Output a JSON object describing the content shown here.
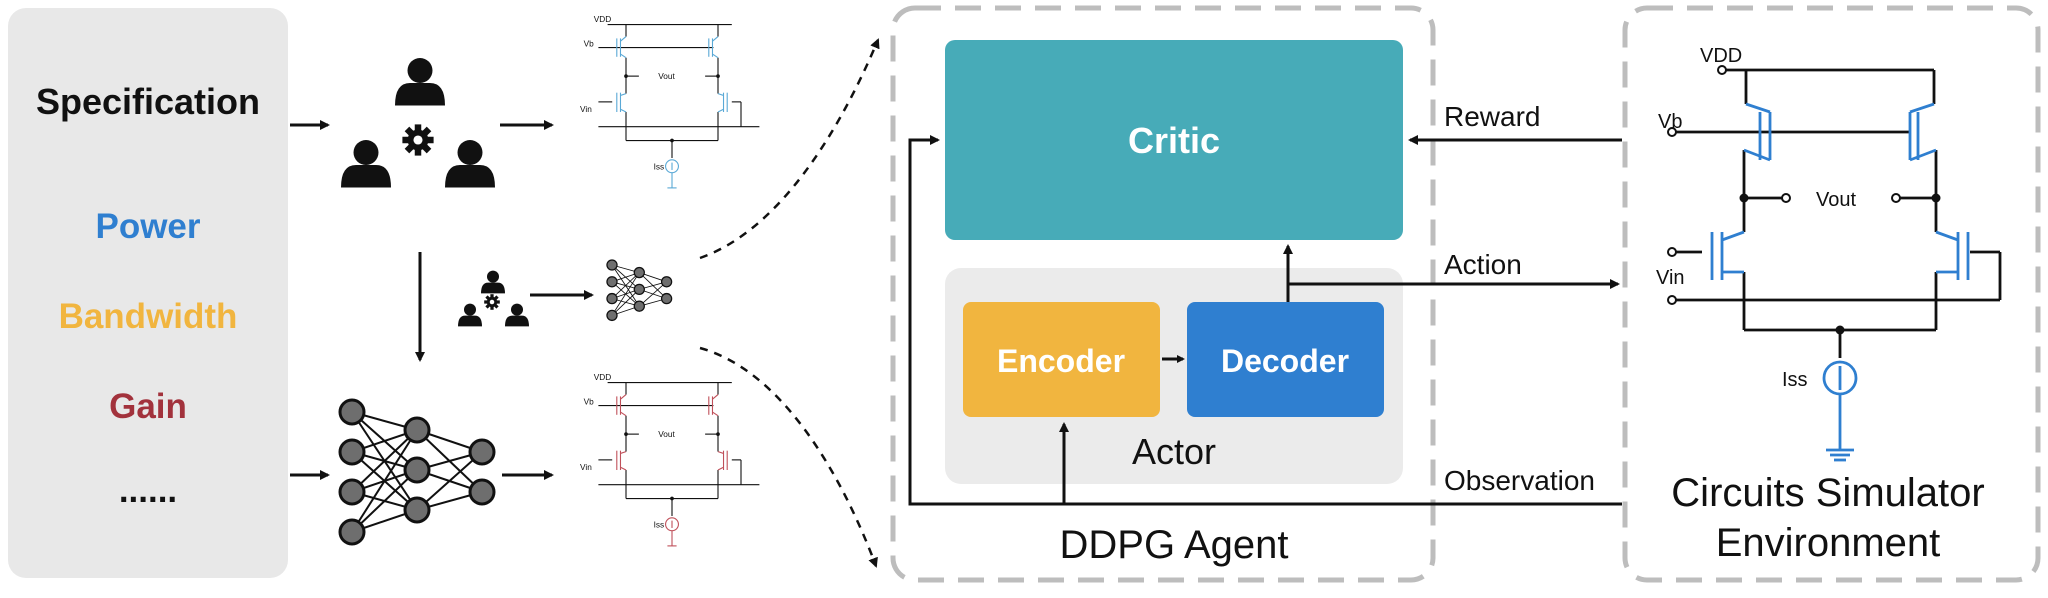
{
  "spec_panel": {
    "title": "Specification",
    "items": [
      {
        "label": "Power",
        "color": "#2f7fd0"
      },
      {
        "label": "Bandwidth",
        "color": "#f1b53f"
      },
      {
        "label": "Gain",
        "color": "#a2323c"
      },
      {
        "label": "......",
        "color": "#111111"
      }
    ]
  },
  "small_circuit": {
    "vdd": "VDD",
    "vb": "Vb",
    "vout": "Vout",
    "vin": "Vin",
    "iss": "Iss"
  },
  "ddpg": {
    "critic": "Critic",
    "encoder": "Encoder",
    "decoder": "Decoder",
    "actor": "Actor",
    "agent_label": "DDPG Agent"
  },
  "signals": {
    "reward": "Reward",
    "action": "Action",
    "observation": "Observation"
  },
  "environment": {
    "label_line1": "Circuits Simulator",
    "label_line2": "Environment",
    "vdd": "VDD",
    "vb": "Vb",
    "vout": "Vout",
    "vin": "Vin",
    "iss": "Iss"
  },
  "colors": {
    "critic": "#47abb8",
    "encoder": "#f1b53f",
    "decoder": "#2f7fd0",
    "actor_bg": "#ebebeb",
    "spec_bg": "#e8e8e8",
    "circuit_blue": "#5aa9d6",
    "circuit_red": "#c0505a",
    "env_blue": "#2f7fd0"
  },
  "icons": [
    "people-gear-icon",
    "neural-network-icon"
  ]
}
